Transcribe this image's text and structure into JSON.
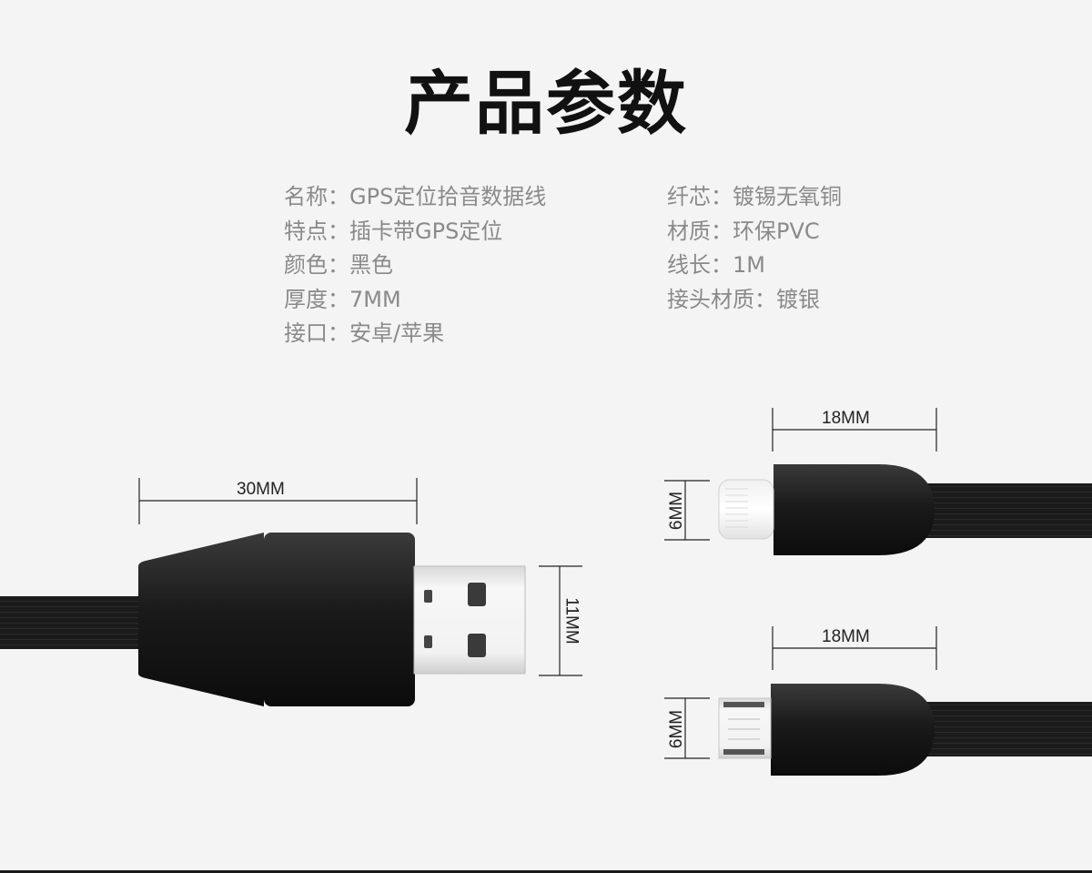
{
  "title": "产品参数",
  "specs_left": [
    {
      "label": "名称",
      "value": "GPS定位拾音数据线"
    },
    {
      "label": "特点",
      "value": "插卡带GPS定位"
    },
    {
      "label": "颜色",
      "value": "黑色"
    },
    {
      "label": "厚度",
      "value": "7MM"
    },
    {
      "label": "接口",
      "value": "安卓/苹果"
    }
  ],
  "specs_right": [
    {
      "label": "纤芯",
      "value": "镀锡无氧铜"
    },
    {
      "label": "材质",
      "value": "环保PVC"
    },
    {
      "label": "线长",
      "value": "1M"
    },
    {
      "label": "接头材质",
      "value": "镀银"
    }
  ],
  "separator": "：",
  "dimensions": {
    "usb_length": "30MM",
    "usb_height": "11MM",
    "lightning_length": "18MM",
    "lightning_height": "6MM",
    "micro_length": "18MM",
    "micro_height": "6MM"
  },
  "colors": {
    "background": "#f4f4f4",
    "title": "#111111",
    "spec_text": "#8a8a8a",
    "cable": "#1b1b1b"
  }
}
